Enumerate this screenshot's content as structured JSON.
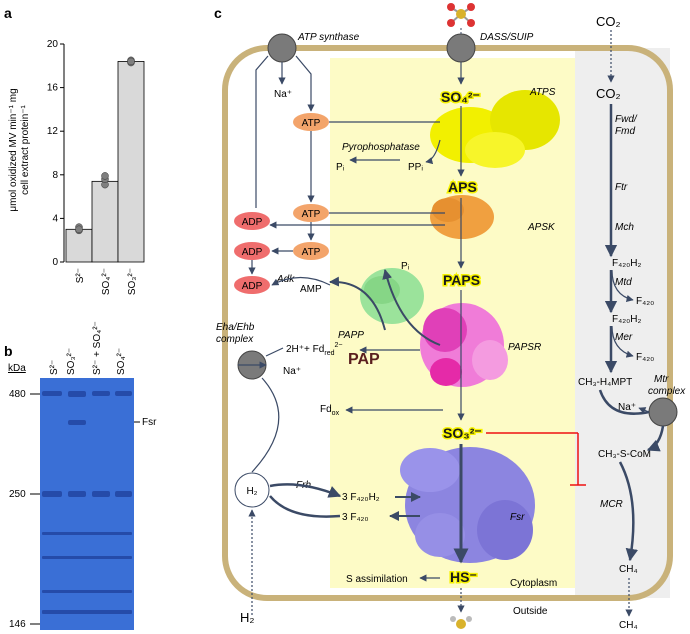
{
  "panel_a": {
    "label": "a",
    "ylabel": "μmol oxidized MV min⁻¹ mg cell extract protein⁻¹",
    "ylabel_line1": "μmol oxidized MV min⁻¹ mg",
    "ylabel_line2": "cell extract protein⁻¹",
    "yticks": [
      "0",
      "4",
      "8",
      "12",
      "16",
      "20"
    ]
  },
  "chart_data": {
    "type": "bar",
    "categories": [
      "S²⁻",
      "SO₄²⁻",
      "SO₃²⁻"
    ],
    "values": [
      3.0,
      7.4,
      18.4
    ],
    "points": [
      [
        3.2,
        2.9,
        3.0
      ],
      [
        7.1,
        7.6,
        7.9
      ],
      [
        18.3,
        18.5,
        18.4
      ]
    ],
    "ylabel": "μmol oxidized MV min⁻¹ mg cell extract protein⁻¹",
    "ylim": [
      0,
      20
    ],
    "grid": false,
    "bar_color": "#d9d9d9",
    "point_color": "#7f7f7f"
  },
  "panel_b": {
    "label": "b",
    "kda_label": "kDa",
    "ladder": [
      "480",
      "250",
      "146"
    ],
    "lanes": [
      "S²⁻",
      "SO₃²⁻",
      "S²⁻ + SO₄²⁻",
      "SO₄²⁻"
    ],
    "band_label": "Fsr",
    "gel_color": "#3a6fd6"
  },
  "panel_c": {
    "label": "c",
    "labels": {
      "atp_synthase": "ATP synthase",
      "dass": "DASS/SUIP",
      "co2_out": "CO₂",
      "co2_in": "CO₂",
      "na_top": "Na⁺",
      "so4": "SO₄²⁻",
      "atps": "ATPS",
      "atp1": "ATP",
      "pyrophosphatase": "Pyrophosphatase",
      "pi1": "Pᵢ",
      "ppi": "PPᵢ",
      "aps": "APS",
      "atp2": "ATP",
      "apsk": "APSK",
      "adp1": "ADP",
      "adp2": "ADP",
      "atp3": "ATP",
      "adk": "Adk",
      "adp3": "ADP",
      "amp": "AMP",
      "pi2": "Pᵢ",
      "paps": "PAPS",
      "papp": "PAPP",
      "pap": "PAP",
      "papsr": "PAPSR",
      "eha": "Eha/Ehb",
      "eha2": "complex",
      "fd_red": "2H⁺+ Fd",
      "fd_red_sub": "red",
      "fd_red_sup": "2−",
      "na_left": "Na⁺",
      "fd_ox": "Fd",
      "fd_ox_sub": "ox",
      "so3": "SO₃²⁻",
      "h2_in": "H₂",
      "frh": "Frh",
      "f420h2_left": "3 F₄₂₀H₂",
      "f420_left": "3 F₄₂₀",
      "fsr": "Fsr",
      "s_assim": "S assimilation",
      "hs": "HS⁻",
      "cytoplasm": "Cytoplasm",
      "outside": "Outside",
      "h2_out": "H₂",
      "fwd": "Fwd/",
      "fmd": "Fmd",
      "ftr": "Ftr",
      "mch": "Mch",
      "f420h2_a": "F₄₂₀H₂",
      "mtd": "Mtd",
      "f420_a": "F₄₂₀",
      "f420h2_b": "F₄₂₀H₂",
      "mer": "Mer",
      "f420_b": "F₄₂₀",
      "ch3mpt": "CH₃-H₄MPT",
      "mtr": "Mtr",
      "mtr2": "complex",
      "na_right": "Na⁺",
      "ch3scom": "CH₃-S-CoM",
      "mcr": "MCR",
      "ch4_in": "CH₄",
      "ch4_out": "CH₄"
    }
  }
}
